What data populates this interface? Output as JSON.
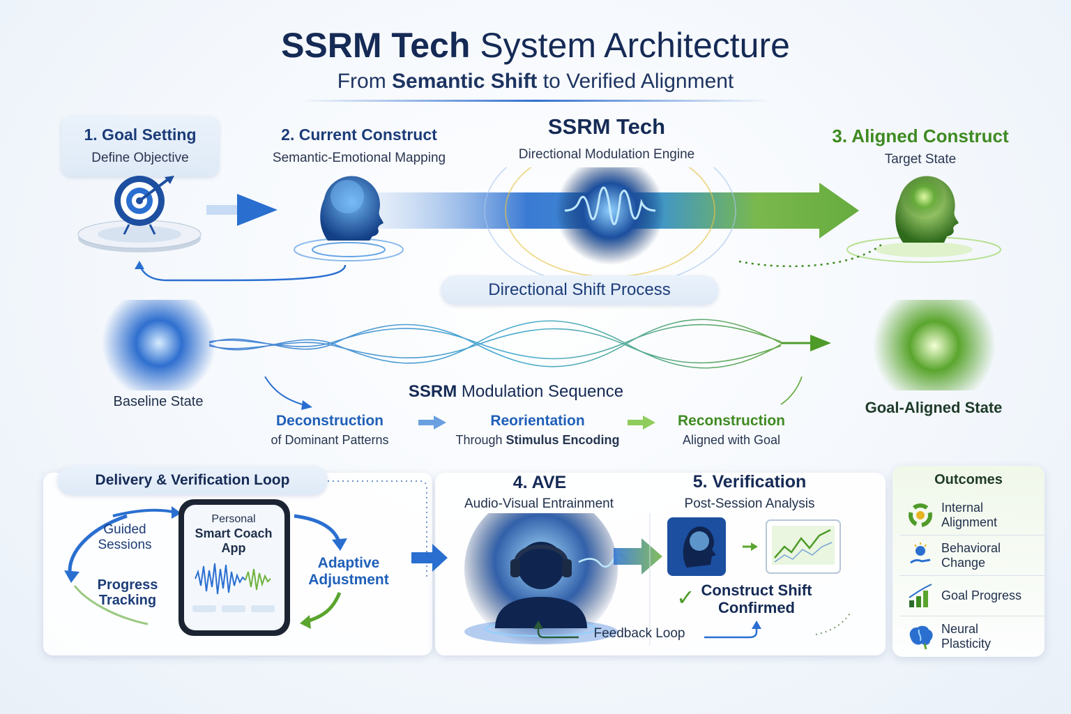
{
  "header": {
    "title_bold": "SSRM Tech",
    "title_rest": "System Architecture",
    "subtitle_pre": "From",
    "subtitle_bold": "Semantic Shift",
    "subtitle_post": "to Verified Alignment"
  },
  "top_flow": {
    "step1": {
      "title": "1. Goal Setting",
      "sub": "Define Objective"
    },
    "step2": {
      "title": "2. Current Construct",
      "sub": "Semantic-Emotional Mapping"
    },
    "engine": {
      "title": "SSRM Tech",
      "sub": "Directional Modulation Engine"
    },
    "step3": {
      "title": "3. Aligned Construct",
      "sub": "Target State"
    }
  },
  "shift": {
    "label": "Directional Shift Process",
    "baseline": "Baseline State",
    "goal_state": "Goal-Aligned State",
    "sequence_bold": "SSRM",
    "sequence_rest": "Modulation Sequence",
    "phases": [
      {
        "title": "Deconstruction",
        "sub": "of Dominant Patterns"
      },
      {
        "title": "Reorientation",
        "sub_pre": "Through",
        "sub_bold": "Stimulus Encoding"
      },
      {
        "title": "Reconstruction",
        "sub": "Aligned with Goal"
      }
    ]
  },
  "delivery": {
    "label": "Delivery & Verification Loop",
    "app_lines": [
      "Personal",
      "Smart Coach",
      "App"
    ],
    "guided": [
      "Guided",
      "Sessions"
    ],
    "progress": [
      "Progress",
      "Tracking"
    ],
    "adaptive": [
      "Adaptive",
      "Adjustment"
    ]
  },
  "ave": {
    "title": "4. AVE",
    "sub": "Audio-Visual Entrainment"
  },
  "verification": {
    "title": "5. Verification",
    "sub": "Post-Session Analysis",
    "confirm": [
      "Construct Shift",
      "Confirmed"
    ],
    "feedback": "Feedback Loop"
  },
  "outcomes": {
    "title": "Outcomes",
    "items": [
      {
        "label": [
          "Internal",
          "Alignment"
        ],
        "icon": "alignment-cycle-icon"
      },
      {
        "label": [
          "Behavioral",
          "Change"
        ],
        "icon": "lightbulb-hand-icon"
      },
      {
        "label": [
          "Goal Progress"
        ],
        "icon": "bar-growth-icon"
      },
      {
        "label": [
          "Neural",
          "Plasticity"
        ],
        "icon": "brain-icon"
      }
    ]
  },
  "colors": {
    "navy": "#152a55",
    "blue": "#1f5fb8",
    "green": "#3f8a22",
    "light_green": "#7cc242"
  }
}
